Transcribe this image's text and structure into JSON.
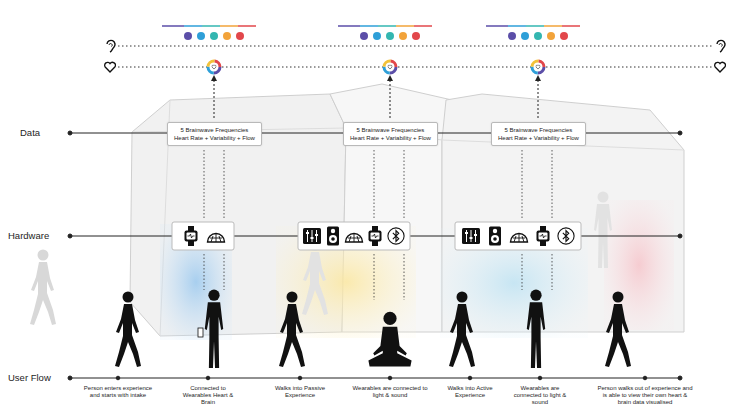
{
  "diagram": {
    "nodes": [
      {
        "text": [
          "5 Brainwave Frequencies",
          "Heart Rate + Variability + Flow"
        ]
      },
      {
        "text": [
          "5 Brainwave Frequencies",
          "Heart Rate + Variability + Flow"
        ]
      },
      {
        "text": [
          "5 Brainwave Frequencies",
          "Heart Rate + Variability + Flow"
        ]
      }
    ],
    "labels": [
      "Data",
      "Hardware",
      "User Flow",
      "Person enters experience and starts with intake",
      "Connected to Wearables Heart & Brain",
      "Walks into Passive Experience",
      "Wearables are connected to light & sound",
      "Walks into Active Experience",
      "Wearables are connected to light & sound",
      "Person walks out of experience and is able to view their own heart & brain data visualised"
    ]
  }
}
